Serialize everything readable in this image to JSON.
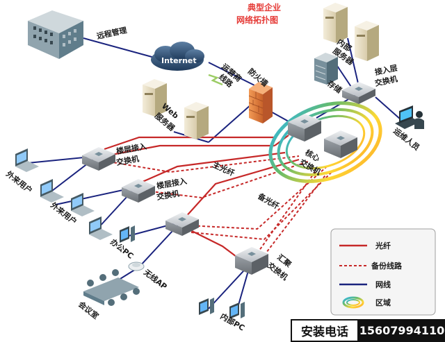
{
  "title_line1": "典型企业",
  "title_line2": "网络拓扑图",
  "labels": {
    "remote_management": "远程管理",
    "internet": "Internet",
    "isp_line_1": "运营商",
    "isp_line_2": "线路",
    "firewall": "防火墙",
    "internal_server_1": "内部",
    "internal_server_2": "服务器",
    "storage": "存储",
    "access_switch_top_1": "接入层",
    "access_switch_top_2": "交换机",
    "ops_staff": "运维人员",
    "web_server_1": "Web",
    "web_server_2": "服务器",
    "core_switch_1": "核心",
    "core_switch_2": "交换机",
    "main_fiber": "主光纤",
    "backup_fiber": "备光纤",
    "floor_switch_1_a": "楼层接入",
    "floor_switch_1_b": "交换机",
    "floor_switch_2_a": "楼层接入",
    "floor_switch_2_b": "交换机",
    "guest_user_1": "外来用户",
    "guest_user_2": "外来用户",
    "office_pc": "办公PC",
    "wireless_ap": "无线AP",
    "meeting_room": "会议室",
    "aggregation_switch_1": "汇聚",
    "aggregation_switch_2": "交换机",
    "internal_pc": "内部PC"
  },
  "legend": {
    "fiber": "光纤",
    "backup_line": "备份线路",
    "network_cable": "网线",
    "zone": "区域"
  },
  "contact": {
    "label": "安装电话",
    "phone": "15607994110"
  },
  "colors": {
    "fiber": "#c62828",
    "network_cable": "#1a237e",
    "title": "#e53935",
    "firewall": "#e8833a"
  }
}
